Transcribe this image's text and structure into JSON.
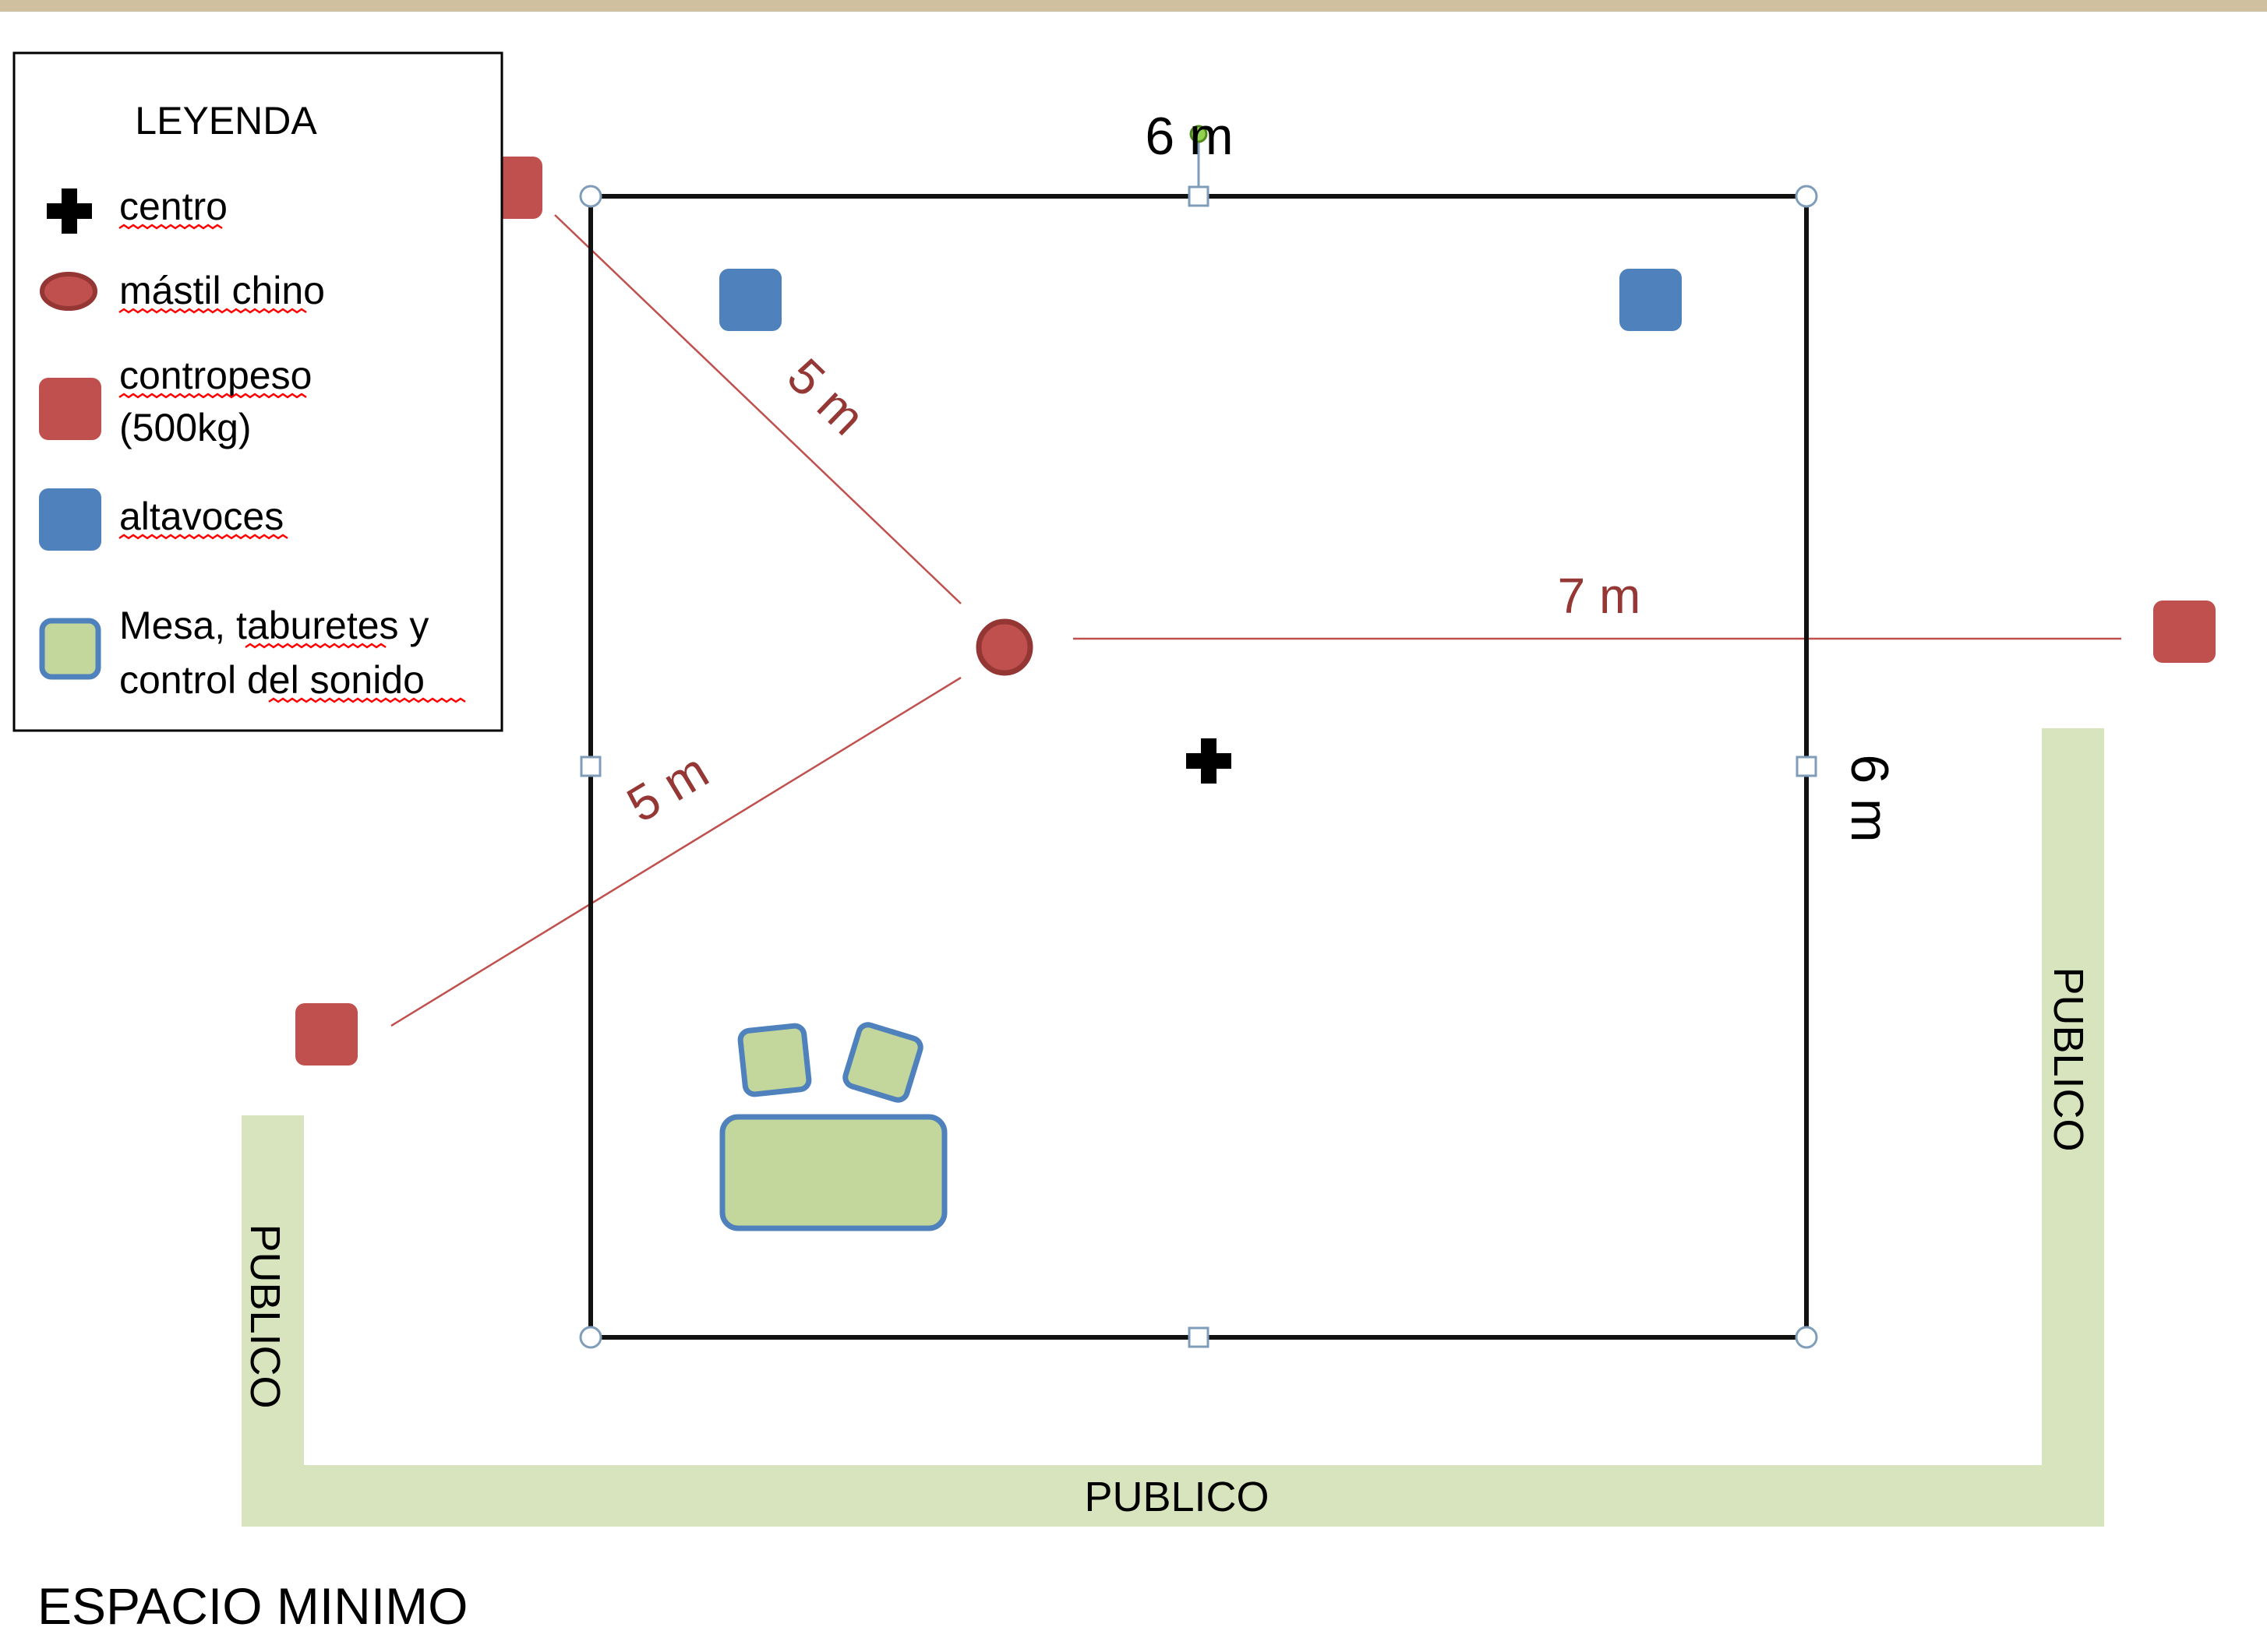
{
  "legend": {
    "title": "LEYENDA",
    "items": [
      {
        "symbol": "cross",
        "color": "#000000",
        "lines": [
          "centro"
        ]
      },
      {
        "symbol": "ellipse",
        "color": "#c0504d",
        "lines": [
          "mástil chino"
        ]
      },
      {
        "symbol": "red-square",
        "color": "#c0504d",
        "lines": [
          "contropeso",
          "(500kg)"
        ]
      },
      {
        "symbol": "blue-square",
        "color": "#4f81bd",
        "lines": [
          "altavoces"
        ]
      },
      {
        "symbol": "green-square",
        "color": "#c3d69b",
        "lines": [
          "Mesa, taburetes y",
          "control del sonido"
        ]
      }
    ]
  },
  "dimensions": {
    "top": "6 m",
    "right": "6 m",
    "upper_guy": "5 m",
    "lower_guy": "5 m",
    "right_guy": "7 m"
  },
  "public_labels": {
    "left": "PUBLICO",
    "bottom": "PUBLICO",
    "right": "PUBLICO"
  },
  "caption": "ESPACIO MINIMO",
  "colors": {
    "counterweight": "#c0504d",
    "speaker": "#4f81bd",
    "sound_desk": "#c3d69b",
    "public_area": "#d7e4bd",
    "guy_line": "#c0504d",
    "dimension_text": "#953735"
  }
}
